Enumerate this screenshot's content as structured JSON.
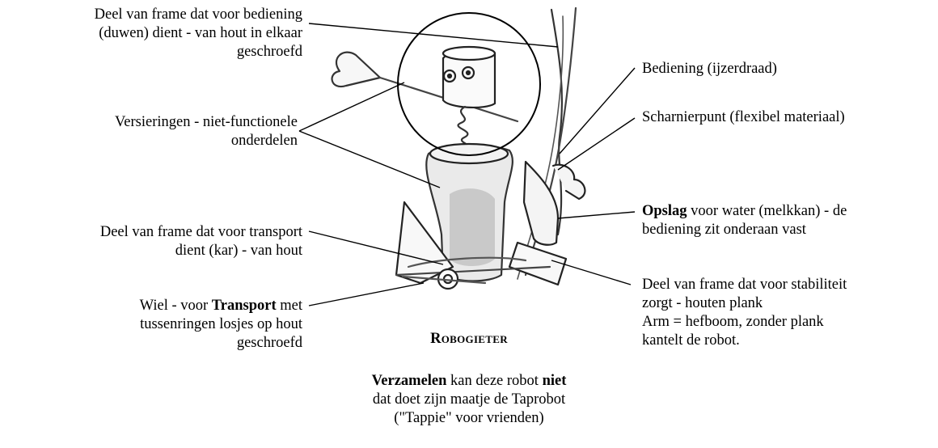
{
  "labels": {
    "frame_control": [
      "Deel van frame dat voor bediening",
      "(duwen) dient - van hout in elkaar",
      "geschroefd"
    ],
    "decorations": [
      "Versieringen - niet-functionele",
      "onderdelen"
    ],
    "frame_transport": [
      "Deel van frame dat voor transport",
      "dient (kar) - van hout"
    ],
    "wheel": {
      "line1_prefix": "Wiel - voor ",
      "line1_bold": "Transport",
      "line1_suffix": " met",
      "line2": "tussenringen losjes op hout",
      "line3": "geschroefd"
    },
    "control_wire": "Bediening (ijzerdraad)",
    "hinge": "Scharnierpunt (flexibel materiaal)",
    "storage": {
      "bold": "Opslag",
      "rest": " voor water (melkkan) - de",
      "line2": "bediening zit onderaan vast"
    },
    "stability": [
      "Deel van frame dat voor stabiliteit",
      "zorgt - houten plank",
      "Arm = hefboom, zonder plank",
      "kantelt de robot."
    ]
  },
  "caption": {
    "title": "Robogieter",
    "line1_bold_a": "Verzamelen",
    "line1_mid": " kan deze robot ",
    "line1_bold_b": "niet",
    "line2": "dat doet zijn maatje de Taprobot",
    "line3": "(\"Tappie\" voor vrienden)"
  }
}
